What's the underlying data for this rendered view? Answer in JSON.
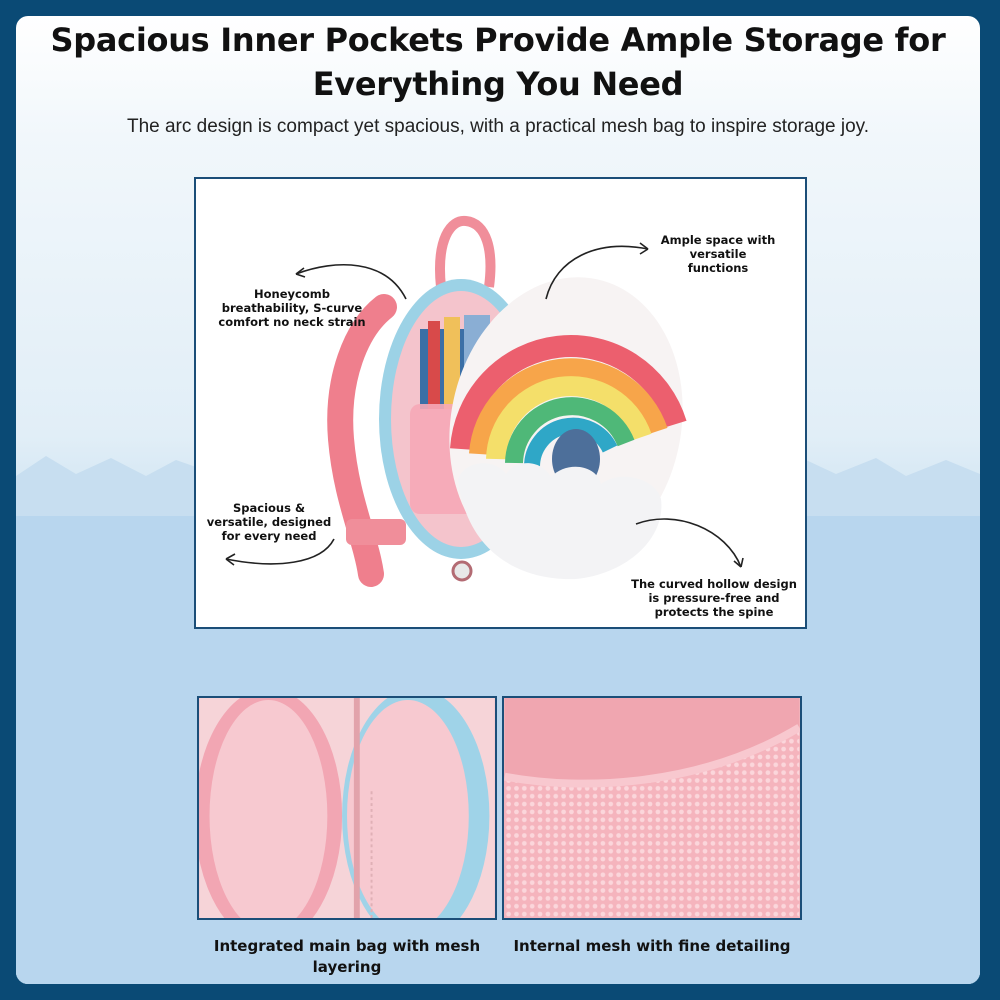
{
  "header": {
    "title": "Spacious Inner Pockets Provide Ample Storage for Everything You Need",
    "subtitle": "The arc design is compact yet spacious, with a practical mesh bag to inspire storage joy."
  },
  "main_image": {
    "callouts": {
      "top_right": "Ample space with versatile functions",
      "top_left": "Honeycomb breathability, S-curve comfort no neck strain",
      "bottom_left": "Spacious & versatile, designed for every need",
      "bottom_right": "The curved hollow design is pressure-free and protects the spine"
    }
  },
  "detail_images": [
    {
      "caption": "Integrated main bag with mesh layering"
    },
    {
      "caption": "Internal mesh with fine detailing"
    }
  ],
  "colors": {
    "frame": "#0a4a75",
    "panel_border": "#1b4e78",
    "wave_light": "#cfe3f1",
    "wave_dark": "#b4d4ec",
    "bag_pink": "#f1a7b1",
    "rainbow_red": "#ec5f6e",
    "rainbow_orange": "#f7a54a",
    "rainbow_yellow": "#f4df6a",
    "rainbow_green": "#4fb878",
    "rainbow_teal": "#2fa7c7"
  }
}
